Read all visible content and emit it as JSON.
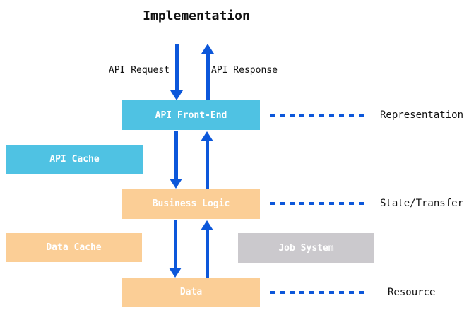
{
  "title": "Implementation",
  "flow_labels": {
    "api_request": "API Request",
    "api_response": "API Response"
  },
  "boxes": {
    "api_front_end": "API Front-End",
    "api_cache": "API Cache",
    "business_logic": "Business Logic",
    "data_cache": "Data Cache",
    "job_system": "Job System",
    "data": "Data"
  },
  "side_labels": {
    "representation": "Representation",
    "state_transfer": "State/Transfer",
    "resource": "Resource"
  },
  "colors": {
    "cyan_box": "#4FC2E3",
    "orange_box": "#FBCE96",
    "gray_box": "#CBC9CD",
    "arrow_blue": "#0C57DA",
    "label_text": "#FFFFFF",
    "text_black": "#111111"
  }
}
